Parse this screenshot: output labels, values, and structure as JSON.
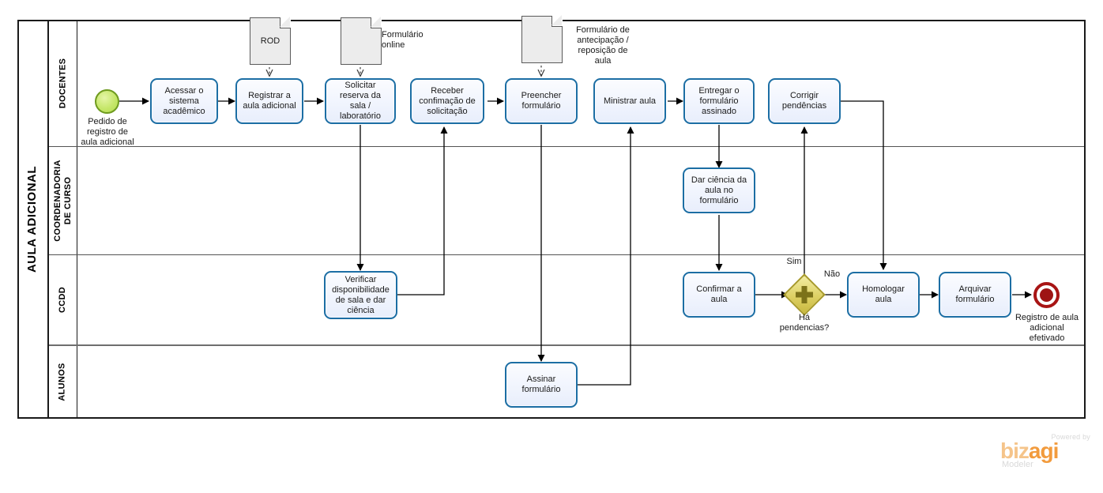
{
  "pool": {
    "name": "AULA ADICIONAL"
  },
  "lanes": [
    {
      "id": "docentes",
      "label": "DOCENTES"
    },
    {
      "id": "coordenadoria",
      "label": "COORDENADORIA\nDE CURSO"
    },
    {
      "id": "ccdd",
      "label": "CCDD"
    },
    {
      "id": "alunos",
      "label": "ALUNOS"
    }
  ],
  "events": {
    "start": {
      "type": "start-event",
      "label": "Pedido de\nregistro de\naula adicional",
      "color": "#c6e76a"
    },
    "end": {
      "type": "end-event",
      "label": "Registro de aula\nadicional\nefetivado",
      "color": "#9e1414"
    }
  },
  "tasks": [
    {
      "id": "t1",
      "lane": "docentes",
      "label": "Acessar o\nsistema\nacadêmico"
    },
    {
      "id": "t2",
      "lane": "docentes",
      "label": "Registrar a\naula adicional"
    },
    {
      "id": "t3",
      "lane": "docentes",
      "label": "Solicitar\nreserva  da\nsala /\nlaboratório"
    },
    {
      "id": "t4",
      "lane": "docentes",
      "label": "Receber\nconfimação de\nsolicitação"
    },
    {
      "id": "t5",
      "lane": "docentes",
      "label": "Preencher\nformulário"
    },
    {
      "id": "t6",
      "lane": "docentes",
      "label": "Ministrar aula"
    },
    {
      "id": "t7",
      "lane": "docentes",
      "label": "Entregar o\nformulário\nassinado"
    },
    {
      "id": "t8",
      "lane": "docentes",
      "label": "Corrigir\npendências"
    },
    {
      "id": "t9",
      "lane": "coordenadoria",
      "label": "Dar ciência da\naula no\nformulário"
    },
    {
      "id": "t10",
      "lane": "ccdd",
      "label": "Verificar\ndisponibilidade\nde sala e dar\nciência"
    },
    {
      "id": "t11",
      "lane": "ccdd",
      "label": "Confirmar a\naula"
    },
    {
      "id": "t12",
      "lane": "ccdd",
      "label": "Homologar\naula"
    },
    {
      "id": "t13",
      "lane": "ccdd",
      "label": "Arquivar\nformulário"
    },
    {
      "id": "t14",
      "lane": "alunos",
      "label": "Assinar\nformulário"
    }
  ],
  "gateway": {
    "id": "g1",
    "lane": "ccdd",
    "type": "exclusive-gateway",
    "label": "Há\npendencias?",
    "flows": [
      {
        "id": "sim",
        "label": "Sim"
      },
      {
        "id": "nao",
        "label": "Não"
      }
    ]
  },
  "artifacts": [
    {
      "id": "d1",
      "type": "data-object",
      "inner_label": "ROD",
      "outer_label": ""
    },
    {
      "id": "d2",
      "type": "data-object",
      "inner_label": "",
      "outer_label": "Formulário\nonline"
    },
    {
      "id": "d3",
      "type": "data-object",
      "inner_label": "",
      "outer_label": "Formulário de\nantecipação /\nreposição de\naula"
    }
  ],
  "branding": {
    "powered_by": "Powered by",
    "logo_left": "biz",
    "logo_right": "agi",
    "product": "Modeler"
  }
}
